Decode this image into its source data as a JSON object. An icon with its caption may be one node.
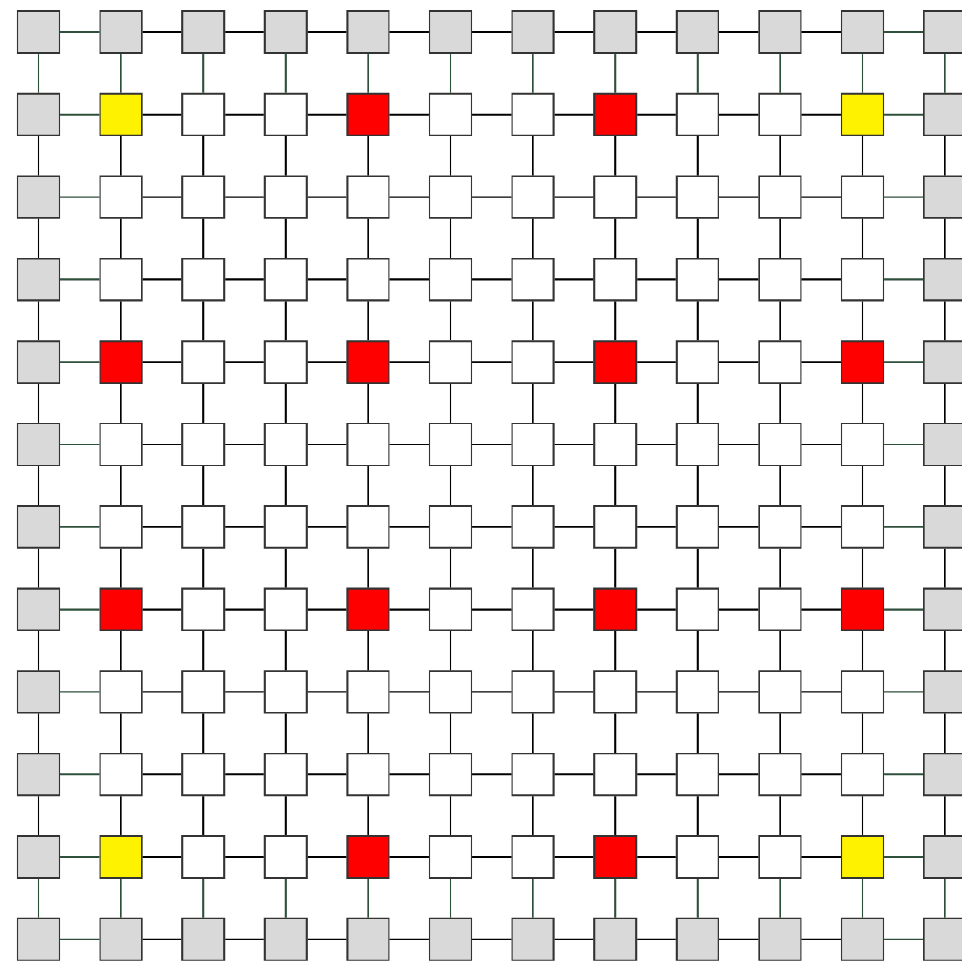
{
  "diagram": {
    "nodes": [
      {
        "text": [],
        "shape": "box"
      },
      {
        "text": [],
        "shape": "box"
      },
      {
        "text": [],
        "shape": "box"
      },
      {
        "text": [],
        "shape": "box"
      },
      {
        "text": [],
        "shape": "box"
      },
      {
        "text": [],
        "shape": "box"
      },
      {
        "text": [],
        "shape": "box"
      },
      {
        "text": [],
        "shape": "box"
      },
      {
        "text": [],
        "shape": "box"
      },
      {
        "text": [],
        "shape": "box"
      },
      {
        "text": [],
        "shape": "box"
      },
      {
        "text": [],
        "shape": "box"
      },
      {
        "text": [],
        "shape": "box"
      },
      {
        "text": [],
        "shape": "box"
      },
      {
        "text": [],
        "shape": "box"
      },
      {
        "text": [],
        "shape": "box"
      },
      {
        "text": [],
        "shape": "box"
      },
      {
        "text": [],
        "shape": "box"
      },
      {
        "text": [],
        "shape": "box"
      },
      {
        "text": [],
        "shape": "box"
      },
      {
        "text": [],
        "shape": "box"
      },
      {
        "text": [],
        "shape": "box"
      },
      {
        "text": [],
        "shape": "box"
      },
      {
        "text": [],
        "shape": "box"
      },
      {
        "text": [],
        "shape": "box"
      },
      {
        "text": [],
        "shape": "box"
      },
      {
        "text": [],
        "shape": "box"
      },
      {
        "text": [],
        "shape": "box"
      },
      {
        "text": [],
        "shape": "box"
      },
      {
        "text": [],
        "shape": "box"
      },
      {
        "text": [],
        "shape": "box"
      },
      {
        "text": [],
        "shape": "box"
      },
      {
        "text": [],
        "shape": "box"
      },
      {
        "text": [],
        "shape": "box"
      },
      {
        "text": [],
        "shape": "box"
      },
      {
        "text": [],
        "shape": "box"
      },
      {
        "text": [],
        "shape": "box"
      },
      {
        "text": [],
        "shape": "box"
      },
      {
        "text": [],
        "shape": "box"
      },
      {
        "text": [],
        "shape": "box"
      },
      {
        "text": [],
        "shape": "box"
      },
      {
        "text": [],
        "shape": "box"
      },
      {
        "text": [],
        "shape": "box"
      },
      {
        "text": [],
        "shape": "box"
      },
      {
        "text": [],
        "shape": "box"
      },
      {
        "text": [],
        "shape": "box"
      },
      {
        "text": [],
        "shape": "box"
      },
      {
        "text": [],
        "shape": "box"
      },
      {
        "text": [],
        "shape": "box"
      },
      {
        "text": [],
        "shape": "box"
      },
      {
        "text": [],
        "shape": "box"
      },
      {
        "text": [],
        "shape": "box"
      },
      {
        "text": [],
        "shape": "box"
      },
      {
        "text": [],
        "shape": "box"
      },
      {
        "text": [],
        "shape": "box"
      },
      {
        "text": [],
        "shape": "box"
      },
      {
        "text": [],
        "shape": "box"
      },
      {
        "text": [],
        "shape": "box"
      },
      {
        "text": [],
        "shape": "box"
      },
      {
        "text": [],
        "shape": "box"
      },
      {
        "text": [],
        "shape": "box"
      },
      {
        "text": [],
        "shape": "box"
      },
      {
        "text": [],
        "shape": "box"
      },
      {
        "text": [],
        "shape": "box"
      },
      {
        "text": [],
        "shape": "box"
      },
      {
        "text": [],
        "shape": "box"
      },
      {
        "text": [],
        "shape": "box"
      },
      {
        "text": [],
        "shape": "box"
      },
      {
        "text": [],
        "shape": "box"
      },
      {
        "text": [],
        "shape": "box"
      },
      {
        "text": [],
        "shape": "box"
      },
      {
        "text": [],
        "shape": "box"
      },
      {
        "text": [],
        "shape": "box"
      },
      {
        "text": [],
        "shape": "box"
      },
      {
        "text": [],
        "shape": "box"
      },
      {
        "text": [],
        "shape": "box"
      },
      {
        "text": [],
        "shape": "box"
      },
      {
        "text": [],
        "shape": "box"
      },
      {
        "text": [],
        "shape": "box"
      },
      {
        "text": [],
        "shape": "box"
      },
      {
        "text": [],
        "shape": "box"
      },
      {
        "text": [],
        "shape": "box"
      },
      {
        "text": [],
        "shape": "box"
      },
      {
        "text": [],
        "shape": "box"
      },
      {
        "text": [],
        "shape": "box"
      },
      {
        "text": [],
        "shape": "box"
      },
      {
        "text": [],
        "shape": "box"
      },
      {
        "text": [],
        "shape": "box"
      },
      {
        "text": [],
        "shape": "box"
      },
      {
        "text": [],
        "shape": "box"
      },
      {
        "text": [],
        "shape": "box"
      },
      {
        "text": [],
        "shape": "box"
      },
      {
        "text": [],
        "shape": "box"
      },
      {
        "text": [],
        "shape": "box"
      },
      {
        "text": [],
        "shape": "box"
      },
      {
        "text": [],
        "shape": "box"
      },
      {
        "text": [],
        "shape": "box"
      },
      {
        "text": [],
        "shape": "box"
      },
      {
        "text": [],
        "shape": "box"
      },
      {
        "text": [],
        "shape": "box"
      },
      {
        "text": [],
        "shape": "box"
      },
      {
        "text": [],
        "shape": "box"
      },
      {
        "text": [],
        "shape": "box"
      },
      {
        "text": [],
        "shape": "box"
      },
      {
        "text": [],
        "shape": "box"
      },
      {
        "text": [],
        "shape": "box"
      },
      {
        "text": [],
        "shape": "box"
      },
      {
        "text": [],
        "shape": "box"
      },
      {
        "text": [],
        "shape": "box"
      },
      {
        "text": [],
        "shape": "box"
      },
      {
        "text": [],
        "shape": "box"
      },
      {
        "text": [],
        "shape": "box"
      },
      {
        "text": [],
        "shape": "box"
      },
      {
        "text": [],
        "shape": "box"
      },
      {
        "text": [],
        "shape": "box"
      },
      {
        "text": [],
        "shape": "box"
      },
      {
        "text": [],
        "shape": "box"
      },
      {
        "text": [],
        "shape": "box"
      },
      {
        "text": [],
        "shape": "box"
      },
      {
        "text": [],
        "shape": "box"
      },
      {
        "text": [],
        "shape": "box"
      },
      {
        "text": [],
        "shape": "box"
      },
      {
        "text": [],
        "shape": "box"
      },
      {
        "text": [],
        "shape": "box"
      },
      {
        "text": [],
        "shape": "box"
      },
      {
        "text": [],
        "shape": "box"
      },
      {
        "text": [],
        "shape": "box"
      },
      {
        "text": [],
        "shape": "box"
      },
      {
        "text": [],
        "shape": "box"
      },
      {
        "text": [],
        "shape": "box"
      },
      {
        "text": [],
        "shape": "box"
      },
      {
        "text": [],
        "shape": "box"
      },
      {
        "text": [],
        "shape": "box"
      },
      {
        "text": [],
        "shape": "box"
      },
      {
        "text": [],
        "shape": "box"
      },
      {
        "text": [],
        "shape": "box"
      },
      {
        "text": [],
        "shape": "box"
      },
      {
        "text": [],
        "shape": "box"
      },
      {
        "text": [],
        "shape": "box"
      },
      {
        "text": [],
        "shape": "box"
      },
      {
        "text": [],
        "shape": "box"
      },
      {
        "text": [],
        "shape": "box"
      },
      {
        "text": [],
        "shape": "box"
      },
      {
        "text": [],
        "shape": "box"
      }
    ],
    "edges": [
      {
        "from": 0,
        "to": 1,
        "arrow": "none",
        "color": "#2e4f3a"
      },
      {
        "from": 1,
        "to": 2,
        "arrow": "none"
      },
      {
        "from": 2,
        "to": 3,
        "arrow": "none"
      },
      {
        "from": 3,
        "to": 4,
        "arrow": "none"
      },
      {
        "from": 4,
        "to": 5,
        "arrow": "none"
      },
      {
        "from": 5,
        "to": 6,
        "arrow": "none"
      },
      {
        "from": 6,
        "to": 7,
        "arrow": "none"
      },
      {
        "from": 7,
        "to": 8,
        "arrow": "none"
      },
      {
        "from": 8,
        "to": 9,
        "arrow": "none"
      },
      {
        "from": 9,
        "to": 10,
        "arrow": "none"
      },
      {
        "from": 10,
        "to": 11,
        "arrow": "none",
        "color": "#2e4f3a"
      },
      {
        "from": 0,
        "to": 12,
        "arrow": "none",
        "color": "#2e4f3a"
      },
      {
        "from": 1,
        "to": 13,
        "arrow": "none",
        "color": "#2e4f3a"
      },
      {
        "from": 2,
        "to": 14,
        "arrow": "none",
        "color": "#2e4f3a"
      },
      {
        "from": 3,
        "to": 15,
        "arrow": "none",
        "color": "#2e4f3a"
      },
      {
        "from": 4,
        "to": 16,
        "arrow": "none",
        "color": "#2e4f3a"
      },
      {
        "from": 5,
        "to": 17,
        "arrow": "none",
        "color": "#2e4f3a"
      },
      {
        "from": 6,
        "to": 18,
        "arrow": "none",
        "color": "#2e4f3a"
      },
      {
        "from": 7,
        "to": 19,
        "arrow": "none",
        "color": "#2e4f3a"
      },
      {
        "from": 8,
        "to": 20,
        "arrow": "none",
        "color": "#2e4f3a"
      },
      {
        "from": 9,
        "to": 21,
        "arrow": "none",
        "color": "#2e4f3a"
      },
      {
        "from": 10,
        "to": 22,
        "arrow": "none",
        "color": "#2e4f3a"
      },
      {
        "from": 11,
        "to": 23,
        "arrow": "none",
        "color": "#2e4f3a"
      },
      {
        "from": 12,
        "to": 13,
        "arrow": "none",
        "color": "#2e4f3a"
      },
      {
        "from": 13,
        "to": 14,
        "arrow": "none"
      },
      {
        "from": 14,
        "to": 15,
        "arrow": "none"
      },
      {
        "from": 15,
        "to": 16,
        "arrow": "none"
      },
      {
        "from": 16,
        "to": 17,
        "arrow": "none"
      },
      {
        "from": 17,
        "to": 18,
        "arrow": "none"
      },
      {
        "from": 18,
        "to": 19,
        "arrow": "none"
      },
      {
        "from": 19,
        "to": 20,
        "arrow": "none"
      },
      {
        "from": 20,
        "to": 21,
        "arrow": "none"
      },
      {
        "from": 21,
        "to": 22,
        "arrow": "none"
      },
      {
        "from": 22,
        "to": 23,
        "arrow": "none",
        "color": "#2e4f3a"
      },
      {
        "from": 12,
        "to": 24,
        "arrow": "none"
      },
      {
        "from": 13,
        "to": 25,
        "arrow": "none"
      },
      {
        "from": 14,
        "to": 26,
        "arrow": "none"
      },
      {
        "from": 15,
        "to": 27,
        "arrow": "none"
      },
      {
        "from": 16,
        "to": 28,
        "arrow": "none"
      },
      {
        "from": 17,
        "to": 29,
        "arrow": "none"
      },
      {
        "from": 18,
        "to": 30,
        "arrow": "none"
      },
      {
        "from": 19,
        "to": 31,
        "arrow": "none"
      },
      {
        "from": 20,
        "to": 32,
        "arrow": "none"
      },
      {
        "from": 21,
        "to": 33,
        "arrow": "none"
      },
      {
        "from": 22,
        "to": 34,
        "arrow": "none"
      },
      {
        "from": 23,
        "to": 35,
        "arrow": "none"
      },
      {
        "from": 24,
        "to": 25,
        "arrow": "none",
        "color": "#2e4f3a"
      },
      {
        "from": 25,
        "to": 26,
        "arrow": "none"
      },
      {
        "from": 26,
        "to": 27,
        "arrow": "none"
      },
      {
        "from": 27,
        "to": 28,
        "arrow": "none"
      },
      {
        "from": 28,
        "to": 29,
        "arrow": "none"
      },
      {
        "from": 29,
        "to": 30,
        "arrow": "none"
      },
      {
        "from": 30,
        "to": 31,
        "arrow": "none"
      },
      {
        "from": 31,
        "to": 32,
        "arrow": "none"
      },
      {
        "from": 32,
        "to": 33,
        "arrow": "none"
      },
      {
        "from": 33,
        "to": 34,
        "arrow": "none"
      },
      {
        "from": 34,
        "to": 35,
        "arrow": "none",
        "color": "#2e4f3a"
      },
      {
        "from": 24,
        "to": 36,
        "arrow": "none"
      },
      {
        "from": 25,
        "to": 37,
        "arrow": "none"
      },
      {
        "from": 26,
        "to": 38,
        "arrow": "none"
      },
      {
        "from": 27,
        "to": 39,
        "arrow": "none"
      },
      {
        "from": 28,
        "to": 40,
        "arrow": "none"
      },
      {
        "from": 29,
        "to": 41,
        "arrow": "none"
      },
      {
        "from": 30,
        "to": 42,
        "arrow": "none"
      },
      {
        "from": 31,
        "to": 43,
        "arrow": "none"
      },
      {
        "from": 32,
        "to": 44,
        "arrow": "none"
      },
      {
        "from": 33,
        "to": 45,
        "arrow": "none"
      },
      {
        "from": 34,
        "to": 46,
        "arrow": "none"
      },
      {
        "from": 35,
        "to": 47,
        "arrow": "none"
      },
      {
        "from": 36,
        "to": 37,
        "arrow": "none",
        "color": "#2e4f3a"
      },
      {
        "from": 37,
        "to": 38,
        "arrow": "none"
      },
      {
        "from": 38,
        "to": 39,
        "arrow": "none"
      },
      {
        "from": 39,
        "to": 40,
        "arrow": "none"
      },
      {
        "from": 40,
        "to": 41,
        "arrow": "none"
      },
      {
        "from": 41,
        "to": 42,
        "arrow": "none"
      },
      {
        "from": 42,
        "to": 43,
        "arrow": "none"
      },
      {
        "from": 43,
        "to": 44,
        "arrow": "none"
      },
      {
        "from": 44,
        "to": 45,
        "arrow": "none"
      },
      {
        "from": 45,
        "to": 46,
        "arrow": "none"
      },
      {
        "from": 46,
        "to": 47,
        "arrow": "none",
        "color": "#2e4f3a"
      },
      {
        "from": 36,
        "to": 48,
        "arrow": "none"
      },
      {
        "from": 37,
        "to": 49,
        "arrow": "none"
      },
      {
        "from": 38,
        "to": 50,
        "arrow": "none"
      },
      {
        "from": 39,
        "to": 51,
        "arrow": "none"
      },
      {
        "from": 40,
        "to": 52,
        "arrow": "none"
      },
      {
        "from": 41,
        "to": 53,
        "arrow": "none"
      },
      {
        "from": 42,
        "to": 54,
        "arrow": "none"
      },
      {
        "from": 43,
        "to": 55,
        "arrow": "none"
      },
      {
        "from": 44,
        "to": 56,
        "arrow": "none"
      },
      {
        "from": 45,
        "to": 57,
        "arrow": "none"
      },
      {
        "from": 46,
        "to": 58,
        "arrow": "none"
      },
      {
        "from": 47,
        "to": 59,
        "arrow": "none"
      },
      {
        "from": 48,
        "to": 49,
        "arrow": "none",
        "color": "#2e4f3a"
      },
      {
        "from": 49,
        "to": 50,
        "arrow": "none"
      },
      {
        "from": 50,
        "to": 51,
        "arrow": "none"
      },
      {
        "from": 51,
        "to": 52,
        "arrow": "none"
      },
      {
        "from": 52,
        "to": 53,
        "arrow": "none"
      },
      {
        "from": 53,
        "to": 54,
        "arrow": "none"
      },
      {
        "from": 54,
        "to": 55,
        "arrow": "none"
      },
      {
        "from": 55,
        "to": 56,
        "arrow": "none"
      },
      {
        "from": 56,
        "to": 57,
        "arrow": "none"
      },
      {
        "from": 57,
        "to": 58,
        "arrow": "none"
      },
      {
        "from": 58,
        "to": 59,
        "arrow": "none",
        "color": "#2e4f3a"
      },
      {
        "from": 48,
        "to": 60,
        "arrow": "none"
      },
      {
        "from": 49,
        "to": 61,
        "arrow": "none"
      },
      {
        "from": 50,
        "to": 62,
        "arrow": "none"
      },
      {
        "from": 51,
        "to": 63,
        "arrow": "none"
      },
      {
        "from": 52,
        "to": 64,
        "arrow": "none"
      },
      {
        "from": 53,
        "to": 65,
        "arrow": "none"
      },
      {
        "from": 54,
        "to": 66,
        "arrow": "none"
      },
      {
        "from": 55,
        "to": 67,
        "arrow": "none"
      },
      {
        "from": 56,
        "to": 68,
        "arrow": "none"
      },
      {
        "from": 57,
        "to": 69,
        "arrow": "none"
      },
      {
        "from": 58,
        "to": 70,
        "arrow": "none"
      },
      {
        "from": 59,
        "to": 71,
        "arrow": "none"
      },
      {
        "from": 60,
        "to": 61,
        "arrow": "none",
        "color": "#2e4f3a"
      },
      {
        "from": 61,
        "to": 62,
        "arrow": "none"
      },
      {
        "from": 62,
        "to": 63,
        "arrow": "none"
      },
      {
        "from": 63,
        "to": 64,
        "arrow": "none"
      },
      {
        "from": 64,
        "to": 65,
        "arrow": "none"
      },
      {
        "from": 65,
        "to": 66,
        "arrow": "none"
      },
      {
        "from": 66,
        "to": 67,
        "arrow": "none"
      },
      {
        "from": 67,
        "to": 68,
        "arrow": "none"
      },
      {
        "from": 68,
        "to": 69,
        "arrow": "none"
      },
      {
        "from": 69,
        "to": 70,
        "arrow": "none"
      },
      {
        "from": 70,
        "to": 71,
        "arrow": "none",
        "color": "#2e4f3a"
      },
      {
        "from": 60,
        "to": 72,
        "arrow": "none"
      },
      {
        "from": 61,
        "to": 73,
        "arrow": "none"
      },
      {
        "from": 62,
        "to": 74,
        "arrow": "none"
      },
      {
        "from": 63,
        "to": 75,
        "arrow": "none"
      },
      {
        "from": 64,
        "to": 76,
        "arrow": "none"
      },
      {
        "from": 65,
        "to": 77,
        "arrow": "none"
      },
      {
        "from": 66,
        "to": 78,
        "arrow": "none"
      },
      {
        "from": 67,
        "to": 79,
        "arrow": "none"
      },
      {
        "from": 68,
        "to": 80,
        "arrow": "none"
      },
      {
        "from": 69,
        "to": 81,
        "arrow": "none"
      },
      {
        "from": 70,
        "to": 82,
        "arrow": "none"
      },
      {
        "from": 71,
        "to": 83,
        "arrow": "none"
      },
      {
        "from": 72,
        "to": 73,
        "arrow": "none",
        "color": "#2e4f3a"
      },
      {
        "from": 73,
        "to": 74,
        "arrow": "none"
      },
      {
        "from": 74,
        "to": 75,
        "arrow": "none"
      },
      {
        "from": 75,
        "to": 76,
        "arrow": "none"
      },
      {
        "from": 76,
        "to": 77,
        "arrow": "none"
      },
      {
        "from": 77,
        "to": 78,
        "arrow": "none"
      },
      {
        "from": 78,
        "to": 79,
        "arrow": "none"
      },
      {
        "from": 79,
        "to": 80,
        "arrow": "none"
      },
      {
        "from": 80,
        "to": 81,
        "arrow": "none"
      },
      {
        "from": 81,
        "to": 82,
        "arrow": "none"
      },
      {
        "from": 82,
        "to": 83,
        "arrow": "none",
        "color": "#2e4f3a"
      },
      {
        "from": 72,
        "to": 84,
        "arrow": "none"
      },
      {
        "from": 73,
        "to": 85,
        "arrow": "none"
      },
      {
        "from": 74,
        "to": 86,
        "arrow": "none"
      },
      {
        "from": 75,
        "to": 87,
        "arrow": "none"
      },
      {
        "from": 76,
        "to": 88,
        "arrow": "none"
      },
      {
        "from": 77,
        "to": 89,
        "arrow": "none"
      },
      {
        "from": 78,
        "to": 90,
        "arrow": "none"
      },
      {
        "from": 79,
        "to": 91,
        "arrow": "none"
      },
      {
        "from": 80,
        "to": 92,
        "arrow": "none"
      },
      {
        "from": 81,
        "to": 93,
        "arrow": "none"
      },
      {
        "from": 82,
        "to": 94,
        "arrow": "none"
      },
      {
        "from": 83,
        "to": 95,
        "arrow": "none"
      },
      {
        "from": 84,
        "to": 85,
        "arrow": "none",
        "color": "#2e4f3a"
      },
      {
        "from": 85,
        "to": 86,
        "arrow": "none"
      },
      {
        "from": 86,
        "to": 87,
        "arrow": "none"
      },
      {
        "from": 87,
        "to": 88,
        "arrow": "none"
      },
      {
        "from": 88,
        "to": 89,
        "arrow": "none"
      },
      {
        "from": 89,
        "to": 90,
        "arrow": "none"
      },
      {
        "from": 90,
        "to": 91,
        "arrow": "none"
      },
      {
        "from": 91,
        "to": 92,
        "arrow": "none"
      },
      {
        "from": 92,
        "to": 93,
        "arrow": "none"
      },
      {
        "from": 93,
        "to": 94,
        "arrow": "none"
      },
      {
        "from": 94,
        "to": 95,
        "arrow": "none",
        "color": "#2e4f3a"
      },
      {
        "from": 84,
        "to": 96,
        "arrow": "none"
      },
      {
        "from": 85,
        "to": 97,
        "arrow": "none"
      },
      {
        "from": 86,
        "to": 98,
        "arrow": "none"
      },
      {
        "from": 87,
        "to": 99,
        "arrow": "none"
      },
      {
        "from": 88,
        "to": 100,
        "arrow": "none"
      },
      {
        "from": 89,
        "to": 101,
        "arrow": "none"
      },
      {
        "from": 90,
        "to": 102,
        "arrow": "none"
      },
      {
        "from": 91,
        "to": 103,
        "arrow": "none"
      },
      {
        "from": 92,
        "to": 104,
        "arrow": "none"
      },
      {
        "from": 93,
        "to": 105,
        "arrow": "none"
      },
      {
        "from": 94,
        "to": 106,
        "arrow": "none"
      },
      {
        "from": 95,
        "to": 107,
        "arrow": "none"
      },
      {
        "from": 96,
        "to": 97,
        "arrow": "none",
        "color": "#2e4f3a"
      },
      {
        "from": 97,
        "to": 98,
        "arrow": "none"
      },
      {
        "from": 98,
        "to": 99,
        "arrow": "none"
      },
      {
        "from": 99,
        "to": 100,
        "arrow": "none"
      },
      {
        "from": 100,
        "to": 101,
        "arrow": "none"
      },
      {
        "from": 101,
        "to": 102,
        "arrow": "none"
      },
      {
        "from": 102,
        "to": 103,
        "arrow": "none"
      },
      {
        "from": 103,
        "to": 104,
        "arrow": "none"
      },
      {
        "from": 104,
        "to": 105,
        "arrow": "none"
      },
      {
        "from": 105,
        "to": 106,
        "arrow": "none"
      },
      {
        "from": 106,
        "to": 107,
        "arrow": "none",
        "color": "#2e4f3a"
      },
      {
        "from": 96,
        "to": 108,
        "arrow": "none"
      },
      {
        "from": 97,
        "to": 109,
        "arrow": "none"
      },
      {
        "from": 98,
        "to": 110,
        "arrow": "none"
      },
      {
        "from": 99,
        "to": 111,
        "arrow": "none"
      },
      {
        "from": 100,
        "to": 112,
        "arrow": "none"
      },
      {
        "from": 101,
        "to": 113,
        "arrow": "none"
      },
      {
        "from": 102,
        "to": 114,
        "arrow": "none"
      },
      {
        "from": 103,
        "to": 115,
        "arrow": "none"
      },
      {
        "from": 104,
        "to": 116,
        "arrow": "none"
      },
      {
        "from": 105,
        "to": 117,
        "arrow": "none"
      },
      {
        "from": 106,
        "to": 118,
        "arrow": "none"
      },
      {
        "from": 107,
        "to": 119,
        "arrow": "none"
      },
      {
        "from": 108,
        "to": 109,
        "arrow": "none",
        "color": "#2e4f3a"
      },
      {
        "from": 109,
        "to": 110,
        "arrow": "none"
      },
      {
        "from": 110,
        "to": 111,
        "arrow": "none"
      },
      {
        "from": 111,
        "to": 112,
        "arrow": "none"
      },
      {
        "from": 112,
        "to": 113,
        "arrow": "none"
      },
      {
        "from": 113,
        "to": 114,
        "arrow": "none"
      },
      {
        "from": 114,
        "to": 115,
        "arrow": "none"
      },
      {
        "from": 115,
        "to": 116,
        "arrow": "none"
      },
      {
        "from": 116,
        "to": 117,
        "arrow": "none"
      },
      {
        "from": 117,
        "to": 118,
        "arrow": "none"
      },
      {
        "from": 118,
        "to": 119,
        "arrow": "none",
        "color": "#2e4f3a"
      },
      {
        "from": 108,
        "to": 120,
        "arrow": "none"
      },
      {
        "from": 109,
        "to": 121,
        "arrow": "none"
      },
      {
        "from": 110,
        "to": 122,
        "arrow": "none"
      },
      {
        "from": 111,
        "to": 123,
        "arrow": "none"
      },
      {
        "from": 112,
        "to": 124,
        "arrow": "none"
      },
      {
        "from": 113,
        "to": 125,
        "arrow": "none"
      },
      {
        "from": 114,
        "to": 126,
        "arrow": "none"
      },
      {
        "from": 115,
        "to": 127,
        "arrow": "none"
      },
      {
        "from": 116,
        "to": 128,
        "arrow": "none"
      },
      {
        "from": 117,
        "to": 129,
        "arrow": "none"
      },
      {
        "from": 118,
        "to": 130,
        "arrow": "none"
      },
      {
        "from": 119,
        "to": 131,
        "arrow": "none"
      },
      {
        "from": 120,
        "to": 121,
        "arrow": "none",
        "color": "#2e4f3a"
      },
      {
        "from": 121,
        "to": 122,
        "arrow": "none"
      },
      {
        "from": 122,
        "to": 123,
        "arrow": "none"
      },
      {
        "from": 123,
        "to": 124,
        "arrow": "none"
      },
      {
        "from": 124,
        "to": 125,
        "arrow": "none"
      },
      {
        "from": 125,
        "to": 126,
        "arrow": "none"
      },
      {
        "from": 126,
        "to": 127,
        "arrow": "none"
      },
      {
        "from": 127,
        "to": 128,
        "arrow": "none"
      },
      {
        "from": 128,
        "to": 129,
        "arrow": "none"
      },
      {
        "from": 129,
        "to": 130,
        "arrow": "none"
      },
      {
        "from": 130,
        "to": 131,
        "arrow": "none",
        "color": "#2e4f3a"
      },
      {
        "from": 120,
        "to": 132,
        "arrow": "none",
        "color": "#2e4f3a"
      },
      {
        "from": 121,
        "to": 133,
        "arrow": "none",
        "color": "#2e4f3a"
      },
      {
        "from": 122,
        "to": 134,
        "arrow": "none",
        "color": "#2e4f3a"
      },
      {
        "from": 123,
        "to": 135,
        "arrow": "none",
        "color": "#2e4f3a"
      },
      {
        "from": 124,
        "to": 136,
        "arrow": "none",
        "color": "#2e4f3a"
      },
      {
        "from": 125,
        "to": 137,
        "arrow": "none",
        "color": "#2e4f3a"
      },
      {
        "from": 126,
        "to": 138,
        "arrow": "none",
        "color": "#2e4f3a"
      },
      {
        "from": 127,
        "to": 139,
        "arrow": "none",
        "color": "#2e4f3a"
      },
      {
        "from": 128,
        "to": 140,
        "arrow": "none",
        "color": "#2e4f3a"
      },
      {
        "from": 129,
        "to": 141,
        "arrow": "none",
        "color": "#2e4f3a"
      },
      {
        "from": 130,
        "to": 142,
        "arrow": "none",
        "color": "#2e4f3a"
      },
      {
        "from": 131,
        "to": 143,
        "arrow": "none",
        "color": "#2e4f3a"
      },
      {
        "from": 132,
        "to": 133,
        "arrow": "none",
        "color": "#2e4f3a"
      },
      {
        "from": 133,
        "to": 134,
        "arrow": "none"
      },
      {
        "from": 134,
        "to": 135,
        "arrow": "none"
      },
      {
        "from": 135,
        "to": 136,
        "arrow": "none"
      },
      {
        "from": 136,
        "to": 137,
        "arrow": "none"
      },
      {
        "from": 137,
        "to": 138,
        "arrow": "none"
      },
      {
        "from": 138,
        "to": 139,
        "arrow": "none"
      },
      {
        "from": 139,
        "to": 140,
        "arrow": "none"
      },
      {
        "from": 140,
        "to": 141,
        "arrow": "none"
      },
      {
        "from": 141,
        "to": 142,
        "arrow": "none"
      },
      {
        "from": 142,
        "to": 143,
        "arrow": "none",
        "color": "#2e4f3a"
      }
    ]
  }
}
